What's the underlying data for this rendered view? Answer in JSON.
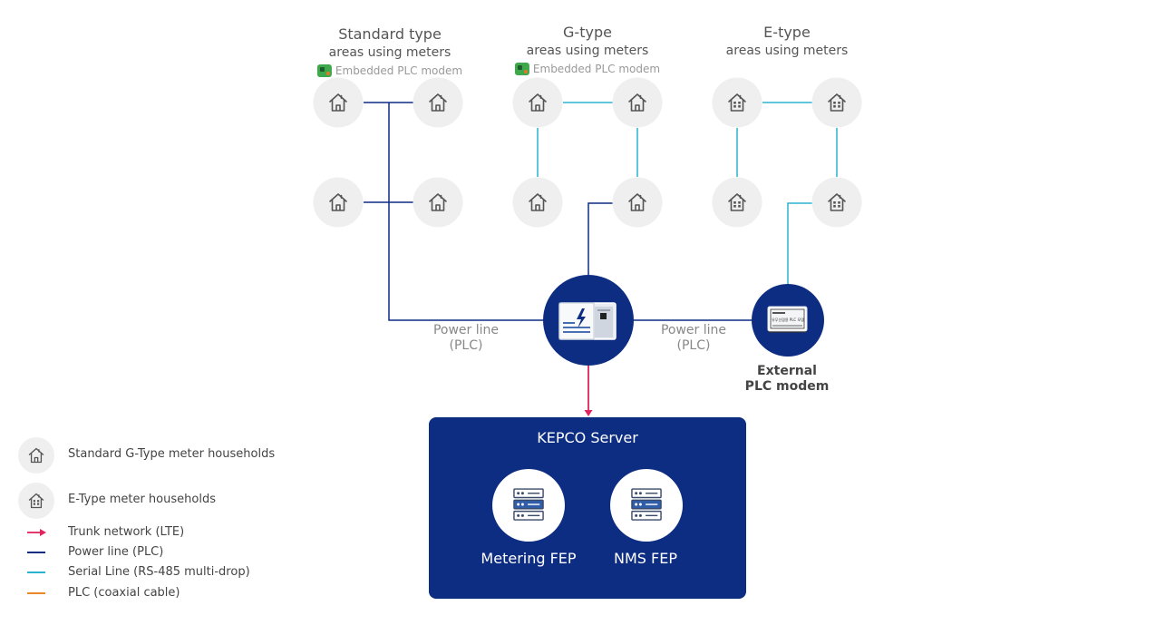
{
  "areas": [
    {
      "title": "Standard type",
      "subtitle": "areas using meters",
      "modem_label": "Embedded PLC modem"
    },
    {
      "title": "G-type",
      "subtitle": "areas using meters",
      "modem_label": "Embedded PLC modem"
    },
    {
      "title": "E-type",
      "subtitle": "areas using meters"
    }
  ],
  "links": {
    "left_power_line": "Power line\n(PLC)",
    "right_power_line": "Power line\n(PLC)"
  },
  "external_modem": {
    "label": "External\nPLC modem",
    "screen_text": "유무선겸용 PLC 모뎀"
  },
  "server": {
    "title": "KEPCO Server",
    "feps": [
      "Metering FEP",
      "NMS FEP"
    ]
  },
  "legend": [
    {
      "label": "Standard G-Type meter households",
      "kind": "house-standard"
    },
    {
      "label": "E-Type meter households",
      "kind": "house-etype"
    },
    {
      "label": "Trunk network (LTE)",
      "kind": "arrow",
      "color": "#e0245e"
    },
    {
      "label": "Power line (PLC)",
      "kind": "line",
      "color": "#0d2d83"
    },
    {
      "label": "Serial Line (RS-485 multi-drop)",
      "kind": "line",
      "color": "#2ab3d1"
    },
    {
      "label": "PLC (coaxial cable)",
      "kind": "line",
      "color": "#e88a2a"
    }
  ],
  "colors": {
    "navy": "#0d2d83",
    "cyan": "#2ab3d1",
    "magenta": "#e0245e",
    "house_bg": "#efefef"
  },
  "icons": [
    "house-icon",
    "apartment-icon",
    "plc-modem-chip-icon",
    "transformer-icon",
    "server-rack-icon"
  ]
}
